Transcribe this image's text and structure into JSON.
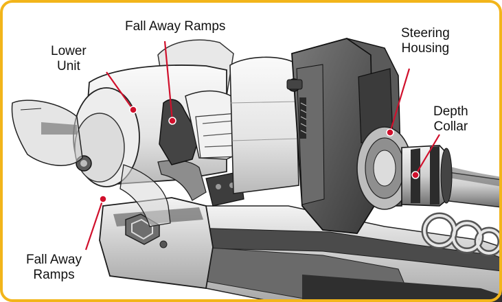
{
  "colors": {
    "border": "#f2b51b",
    "leader": "#d0102c",
    "ink": "#111111",
    "body_light": "#f1f1f1",
    "body_mid": "#bdbdbd",
    "body_dark": "#4a4a4a"
  },
  "callouts": {
    "lower_unit": {
      "line1": "Lower",
      "line2": "Unit"
    },
    "fall_away_ramps_top": {
      "line1": "Fall Away Ramps"
    },
    "steering_housing": {
      "line1": "Steering",
      "line2": "Housing"
    },
    "depth_collar": {
      "line1": "Depth",
      "line2": "Collar"
    },
    "fall_away_ramps_bottom": {
      "line1": "Fall Away",
      "line2": "Ramps"
    }
  },
  "icons": [
    "logo-mark-icon"
  ]
}
